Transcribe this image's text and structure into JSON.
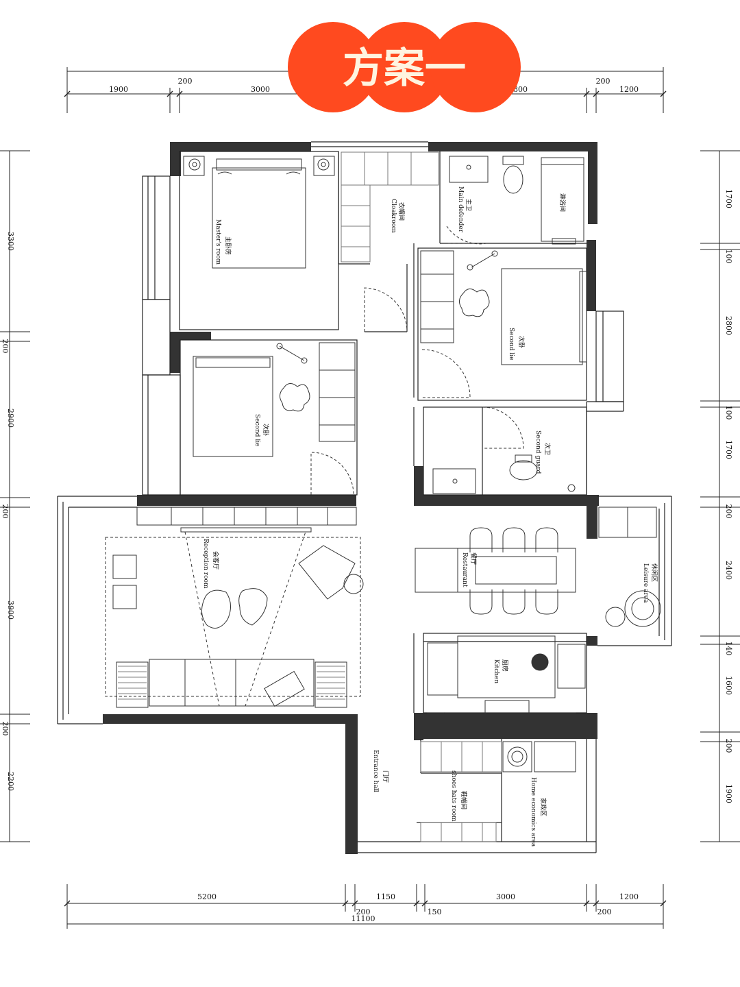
{
  "title": "方案一",
  "colors": {
    "badge": "#ff4a1f",
    "badge_text": "#fff4e0",
    "wall": "#333333",
    "line": "#222222"
  },
  "dims_top": [
    "1900",
    "200",
    "3000",
    "3800",
    "200",
    "1200"
  ],
  "dims_bottom": [
    "5200",
    "200",
    "1150",
    "150",
    "3000",
    "1200",
    "200",
    "11100"
  ],
  "dims_left": [
    "3300",
    "200",
    "2900",
    "200",
    "3900",
    "200",
    "2200"
  ],
  "dims_right": [
    "1700",
    "100",
    "2800",
    "100",
    "1700",
    "200",
    "2400",
    "140",
    "1600",
    "200",
    "1900"
  ],
  "rooms": {
    "master_cn": "主卧房",
    "master_en": "Master's room",
    "closet_cn": "衣帽间",
    "closet_en": "Cloakroom",
    "mainbath_cn": "主卫",
    "mainbath_en": "Main defender",
    "shower_label": "淋浴间",
    "second_cn": "次卧",
    "second_en": "Second lie",
    "second2_cn": "次卧",
    "second2_en": "Second lie",
    "secondbath_cn": "次卫",
    "secondbath_en": "Second guard",
    "living_cn": "会客厅",
    "living_en": "Reception room",
    "dining_cn": "餐厅",
    "dining_en": "Restaurant",
    "leisure_cn": "休闲区",
    "leisure_en": "Leisure area",
    "kitchen_cn": "厨房",
    "kitchen_en": "Kitchen",
    "entry_cn": "门厅",
    "entry_en": "Entrance hall",
    "shoe_cn": "鞋帽间",
    "shoe_en": "shoes hats room",
    "laundry_cn": "家政区",
    "laundry_en": "Home economics area"
  }
}
